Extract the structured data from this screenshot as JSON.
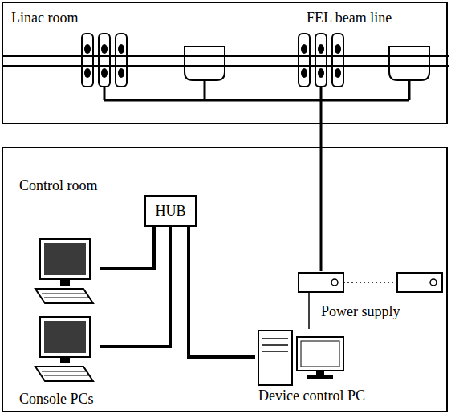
{
  "diagram": {
    "nodes": [
      {
        "text": [
          "Linac room"
        ]
      },
      {
        "text": [
          "Control room"
        ]
      },
      {
        "text": [
          "HUB"
        ],
        "in": 1
      },
      {
        "text": [
          "Console PCs"
        ],
        "in": 1
      },
      {
        "text": [
          "Power supply"
        ],
        "in": 1
      },
      {
        "text": [
          "Device control PC"
        ],
        "in": 1
      }
    ],
    "edges": [
      {
        "from": 2,
        "to": 3,
        "arrow": "none"
      },
      {
        "from": 2,
        "to": 3,
        "arrow": "none"
      },
      {
        "from": 2,
        "to": 5,
        "arrow": "none"
      },
      {
        "from": 0,
        "to": 4,
        "arrow": "none"
      },
      {
        "from": 4,
        "to": 5,
        "arrow": "none"
      }
    ],
    "labels": [
      "FEL beam line"
    ]
  }
}
